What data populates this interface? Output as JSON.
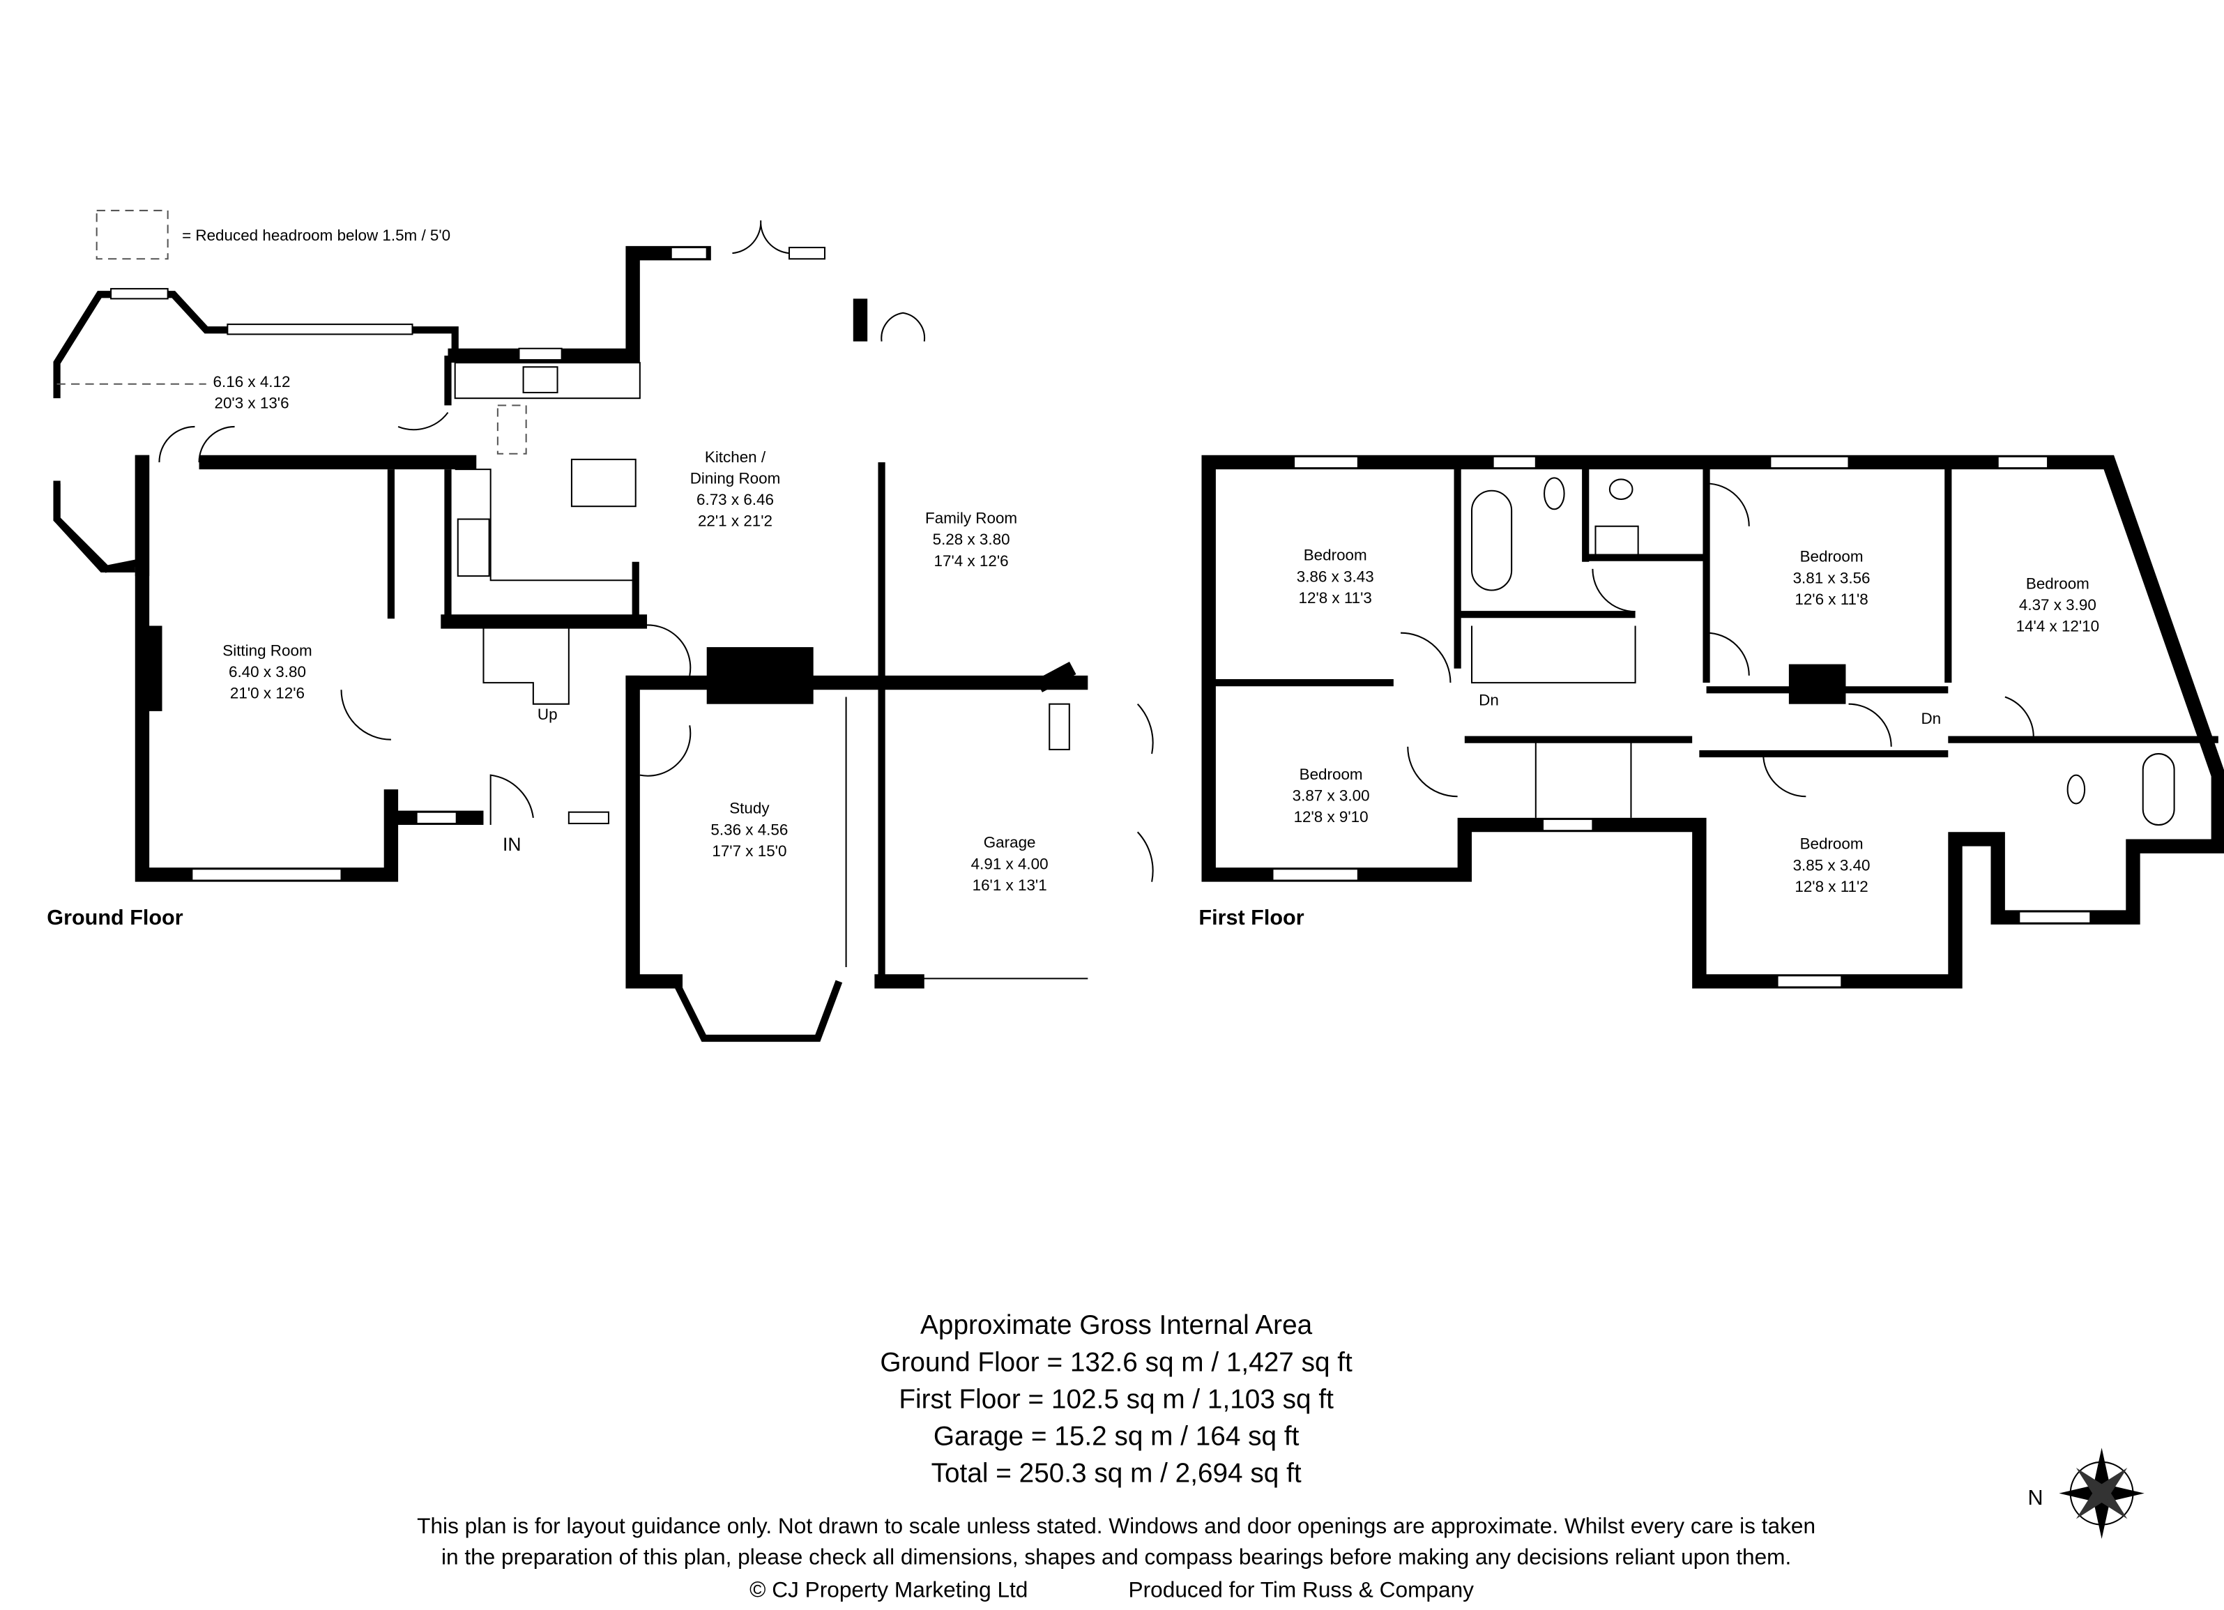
{
  "legend": {
    "text": "= Reduced headroom below 1.5m / 5'0"
  },
  "ground_floor": {
    "title": "Ground Floor",
    "rooms": [
      {
        "name": "",
        "metric": "6.16 x 4.12",
        "imperial": "20'3 x 13'6"
      },
      {
        "name": "Kitchen /",
        "name2": "Dining Room",
        "metric": "6.73 x 6.46",
        "imperial": "22'1 x 21'2"
      },
      {
        "name": "Family Room",
        "metric": "5.28 x 3.80",
        "imperial": "17'4 x 12'6"
      },
      {
        "name": "Sitting Room",
        "metric": "6.40 x 3.80",
        "imperial": "21'0 x 12'6"
      },
      {
        "name": "Study",
        "metric": "5.36 x 4.56",
        "imperial": "17'7 x 15'0"
      },
      {
        "name": "Garage",
        "metric": "4.91 x 4.00",
        "imperial": "16'1 x 13'1"
      }
    ],
    "stairs_label": "Up",
    "entrance_label": "IN"
  },
  "first_floor": {
    "title": "First Floor",
    "rooms": [
      {
        "name": "Bedroom",
        "metric": "3.86 x 3.43",
        "imperial": "12'8 x 11'3"
      },
      {
        "name": "Bedroom",
        "metric": "3.87 x 3.00",
        "imperial": "12'8 x 9'10"
      },
      {
        "name": "Bedroom",
        "metric": "3.81 x 3.56",
        "imperial": "12'6 x 11'8"
      },
      {
        "name": "Bedroom",
        "metric": "4.37 x 3.90",
        "imperial": "14'4 x 12'10"
      },
      {
        "name": "Bedroom",
        "metric": "3.85 x 3.40",
        "imperial": "12'8 x 11'2"
      }
    ],
    "stairs_label": "Dn",
    "stairs_label2": "Dn"
  },
  "area": {
    "title": "Approximate Gross Internal Area",
    "lines": [
      "Ground Floor = 132.6 sq m / 1,427 sq ft",
      "First Floor = 102.5 sq m / 1,103 sq ft",
      "Garage = 15.2 sq m / 164 sq ft",
      "Total = 250.3 sq m / 2,694 sq ft"
    ]
  },
  "disclaimer": [
    "This plan is for layout guidance only. Not drawn to scale unless stated. Windows and door openings are approximate. Whilst every care is taken",
    "in the preparation of this plan, please check all dimensions, shapes and compass bearings before making any decisions reliant upon them."
  ],
  "credits": {
    "copyright": "© CJ Property Marketing Ltd",
    "produced_for": "Produced for Tim Russ & Company"
  },
  "compass": {
    "label": "N",
    "icon": "compass-rose-icon"
  }
}
